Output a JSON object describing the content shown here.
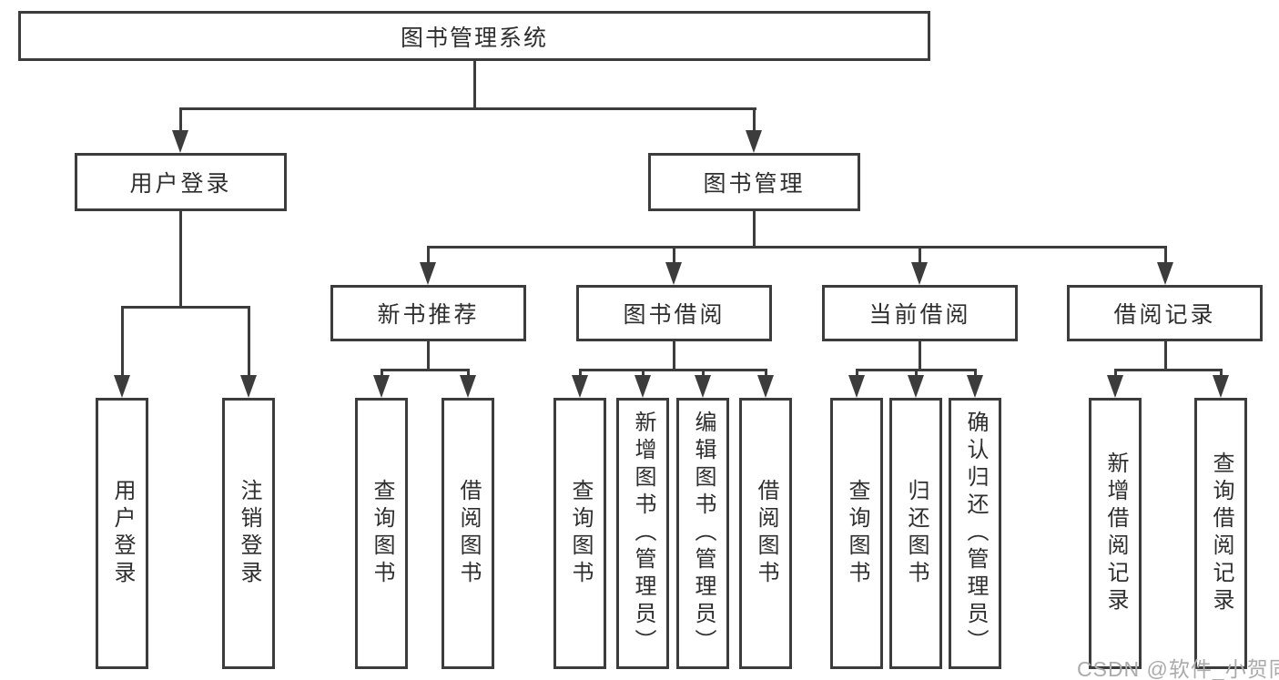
{
  "colors": {
    "line": "#3c3c3c",
    "text": "#2e2e2e",
    "background": "#ffffff",
    "watermark": "#ababab"
  },
  "tree": {
    "root": "图书管理系统",
    "level1": {
      "user_login": {
        "label": "用户登录",
        "children": [
          "用户登录",
          "注销登录"
        ]
      },
      "book_management": {
        "label": "图书管理",
        "children": {
          "new_book": {
            "label": "新书推荐",
            "children": [
              "查询图书",
              "借阅图书"
            ]
          },
          "borrow": {
            "label": "图书借阅",
            "children": [
              "查询图书",
              "新增图书（管理员）",
              "编辑图书（管理员）",
              "借阅图书"
            ]
          },
          "current": {
            "label": "当前借阅",
            "children": [
              "查询图书",
              "归还图书",
              "确认归还（管理员）"
            ]
          },
          "records": {
            "label": "借阅记录",
            "children": [
              "新增借阅记录",
              "查询借阅记录"
            ]
          }
        }
      }
    }
  },
  "watermark": {
    "text": "CSDN @软件_小贺同学"
  }
}
